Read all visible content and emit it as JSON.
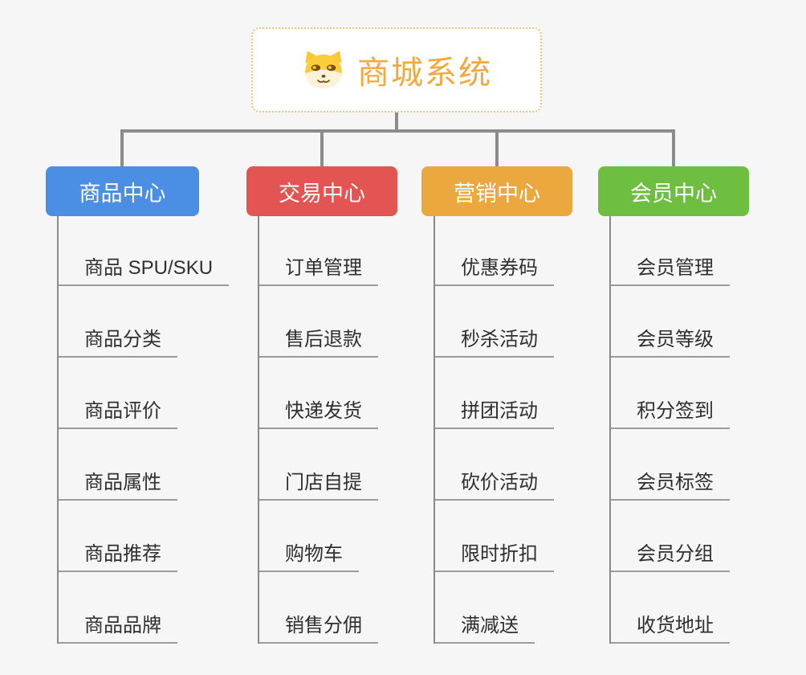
{
  "root": {
    "title": "商城系统",
    "icon": "doge-icon",
    "accent": "#F2A93D"
  },
  "branches": [
    {
      "label": "商品中心",
      "color": "#4B8FE4",
      "items": [
        "商品 SPU/SKU",
        "商品分类",
        "商品评价",
        "商品属性",
        "商品推荐",
        "商品品牌"
      ]
    },
    {
      "label": "交易中心",
      "color": "#E25553",
      "items": [
        "订单管理",
        "售后退款",
        "快递发货",
        "门店自提",
        "购物车",
        "销售分佣"
      ]
    },
    {
      "label": "营销中心",
      "color": "#EBA83E",
      "items": [
        "优惠券码",
        "秒杀活动",
        "拼团活动",
        "砍价活动",
        "限时折扣",
        "满减送"
      ]
    },
    {
      "label": "会员中心",
      "color": "#6EBE41",
      "items": [
        "会员管理",
        "会员等级",
        "积分签到",
        "会员标签",
        "会员分组",
        "收货地址"
      ]
    }
  ],
  "colors": {
    "background": "#F6F6F6",
    "connector": "#8C8C8C",
    "trunk": "#8A8A8A",
    "underline": "#9B9B9B",
    "leaf_text": "#2F2F2F",
    "root_border": "#F3C379",
    "root_background": "#FFFFFF",
    "branch_text": "#FFFFFF"
  }
}
